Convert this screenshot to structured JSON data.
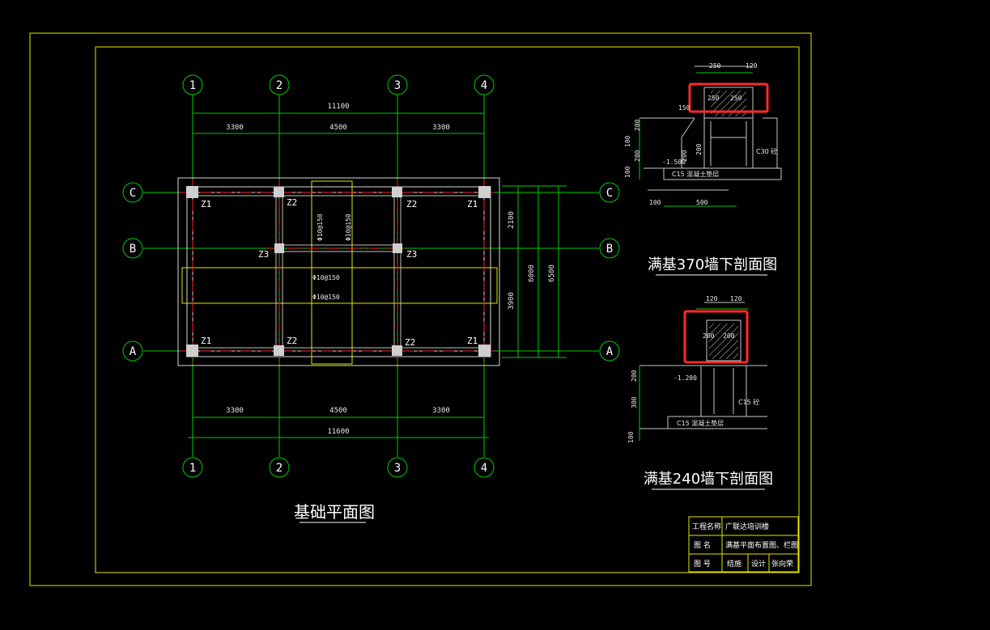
{
  "colors": {
    "background": "#000000",
    "frame": "#e6e600",
    "grid": "#00cc00",
    "axis_line": "#ff2020",
    "wall": "#d8d8d8",
    "column": "#cfcfcf",
    "dim_text": "#e8e8e8",
    "label_text": "#ffffff",
    "highlight": "#ff2a2a",
    "section_line": "#c8c8c8"
  },
  "plan": {
    "title": "基础平面图",
    "axes_x": [
      "1",
      "2",
      "3",
      "4"
    ],
    "axes_y": [
      "C",
      "B",
      "A"
    ],
    "dims_top": {
      "total": "11100",
      "spans": [
        "3300",
        "4500",
        "3300"
      ]
    },
    "dims_bottom": {
      "total": "11600",
      "spans": [
        "3300",
        "4500",
        "3300"
      ]
    },
    "dims_right": {
      "upper": "2100",
      "lower": "3900",
      "total_inner": "6000",
      "total_outer": "6500"
    },
    "columns": {
      "row_c": [
        "Z1",
        "Z2",
        "Z2",
        "Z1"
      ],
      "row_b": [
        "Z3",
        "Z3"
      ],
      "row_a": [
        "Z1",
        "Z2",
        "Z2",
        "Z1"
      ]
    },
    "rebar_labels": [
      "Φ10@150",
      "Φ10@150",
      "Φ10@150",
      "Φ10@150"
    ]
  },
  "section1": {
    "title": "满基370墙下剖面图",
    "top_dims": [
      "250",
      "120"
    ],
    "boxed_dims": [
      "250",
      "250"
    ],
    "left_dims": [
      "200",
      "100",
      "200",
      "100"
    ],
    "offset": "150",
    "inner_dims": [
      "200",
      "200"
    ],
    "elevation": "-1.500",
    "concrete": "C30 砼",
    "bed": "C15 混凝土垫层",
    "bottom_dims": [
      "100",
      "500"
    ]
  },
  "section2": {
    "title": "满基240墙下剖面图",
    "top_dims": [
      "120",
      "120"
    ],
    "boxed_dims": [
      "200",
      "200"
    ],
    "left_dims": [
      "200",
      "300",
      "100"
    ],
    "elevation": "-1.200",
    "concrete": "C15 砼",
    "bed": "C15 混凝土垫层"
  },
  "titleblock": {
    "project_label": "工程名称",
    "project_value": "广联达培训楼",
    "drawing_label": "图 名",
    "drawing_value": "满基平面布置图、栏图",
    "number_label": "图 号",
    "number_value": "结施",
    "design_label": "设计",
    "designer": "张向荣"
  }
}
